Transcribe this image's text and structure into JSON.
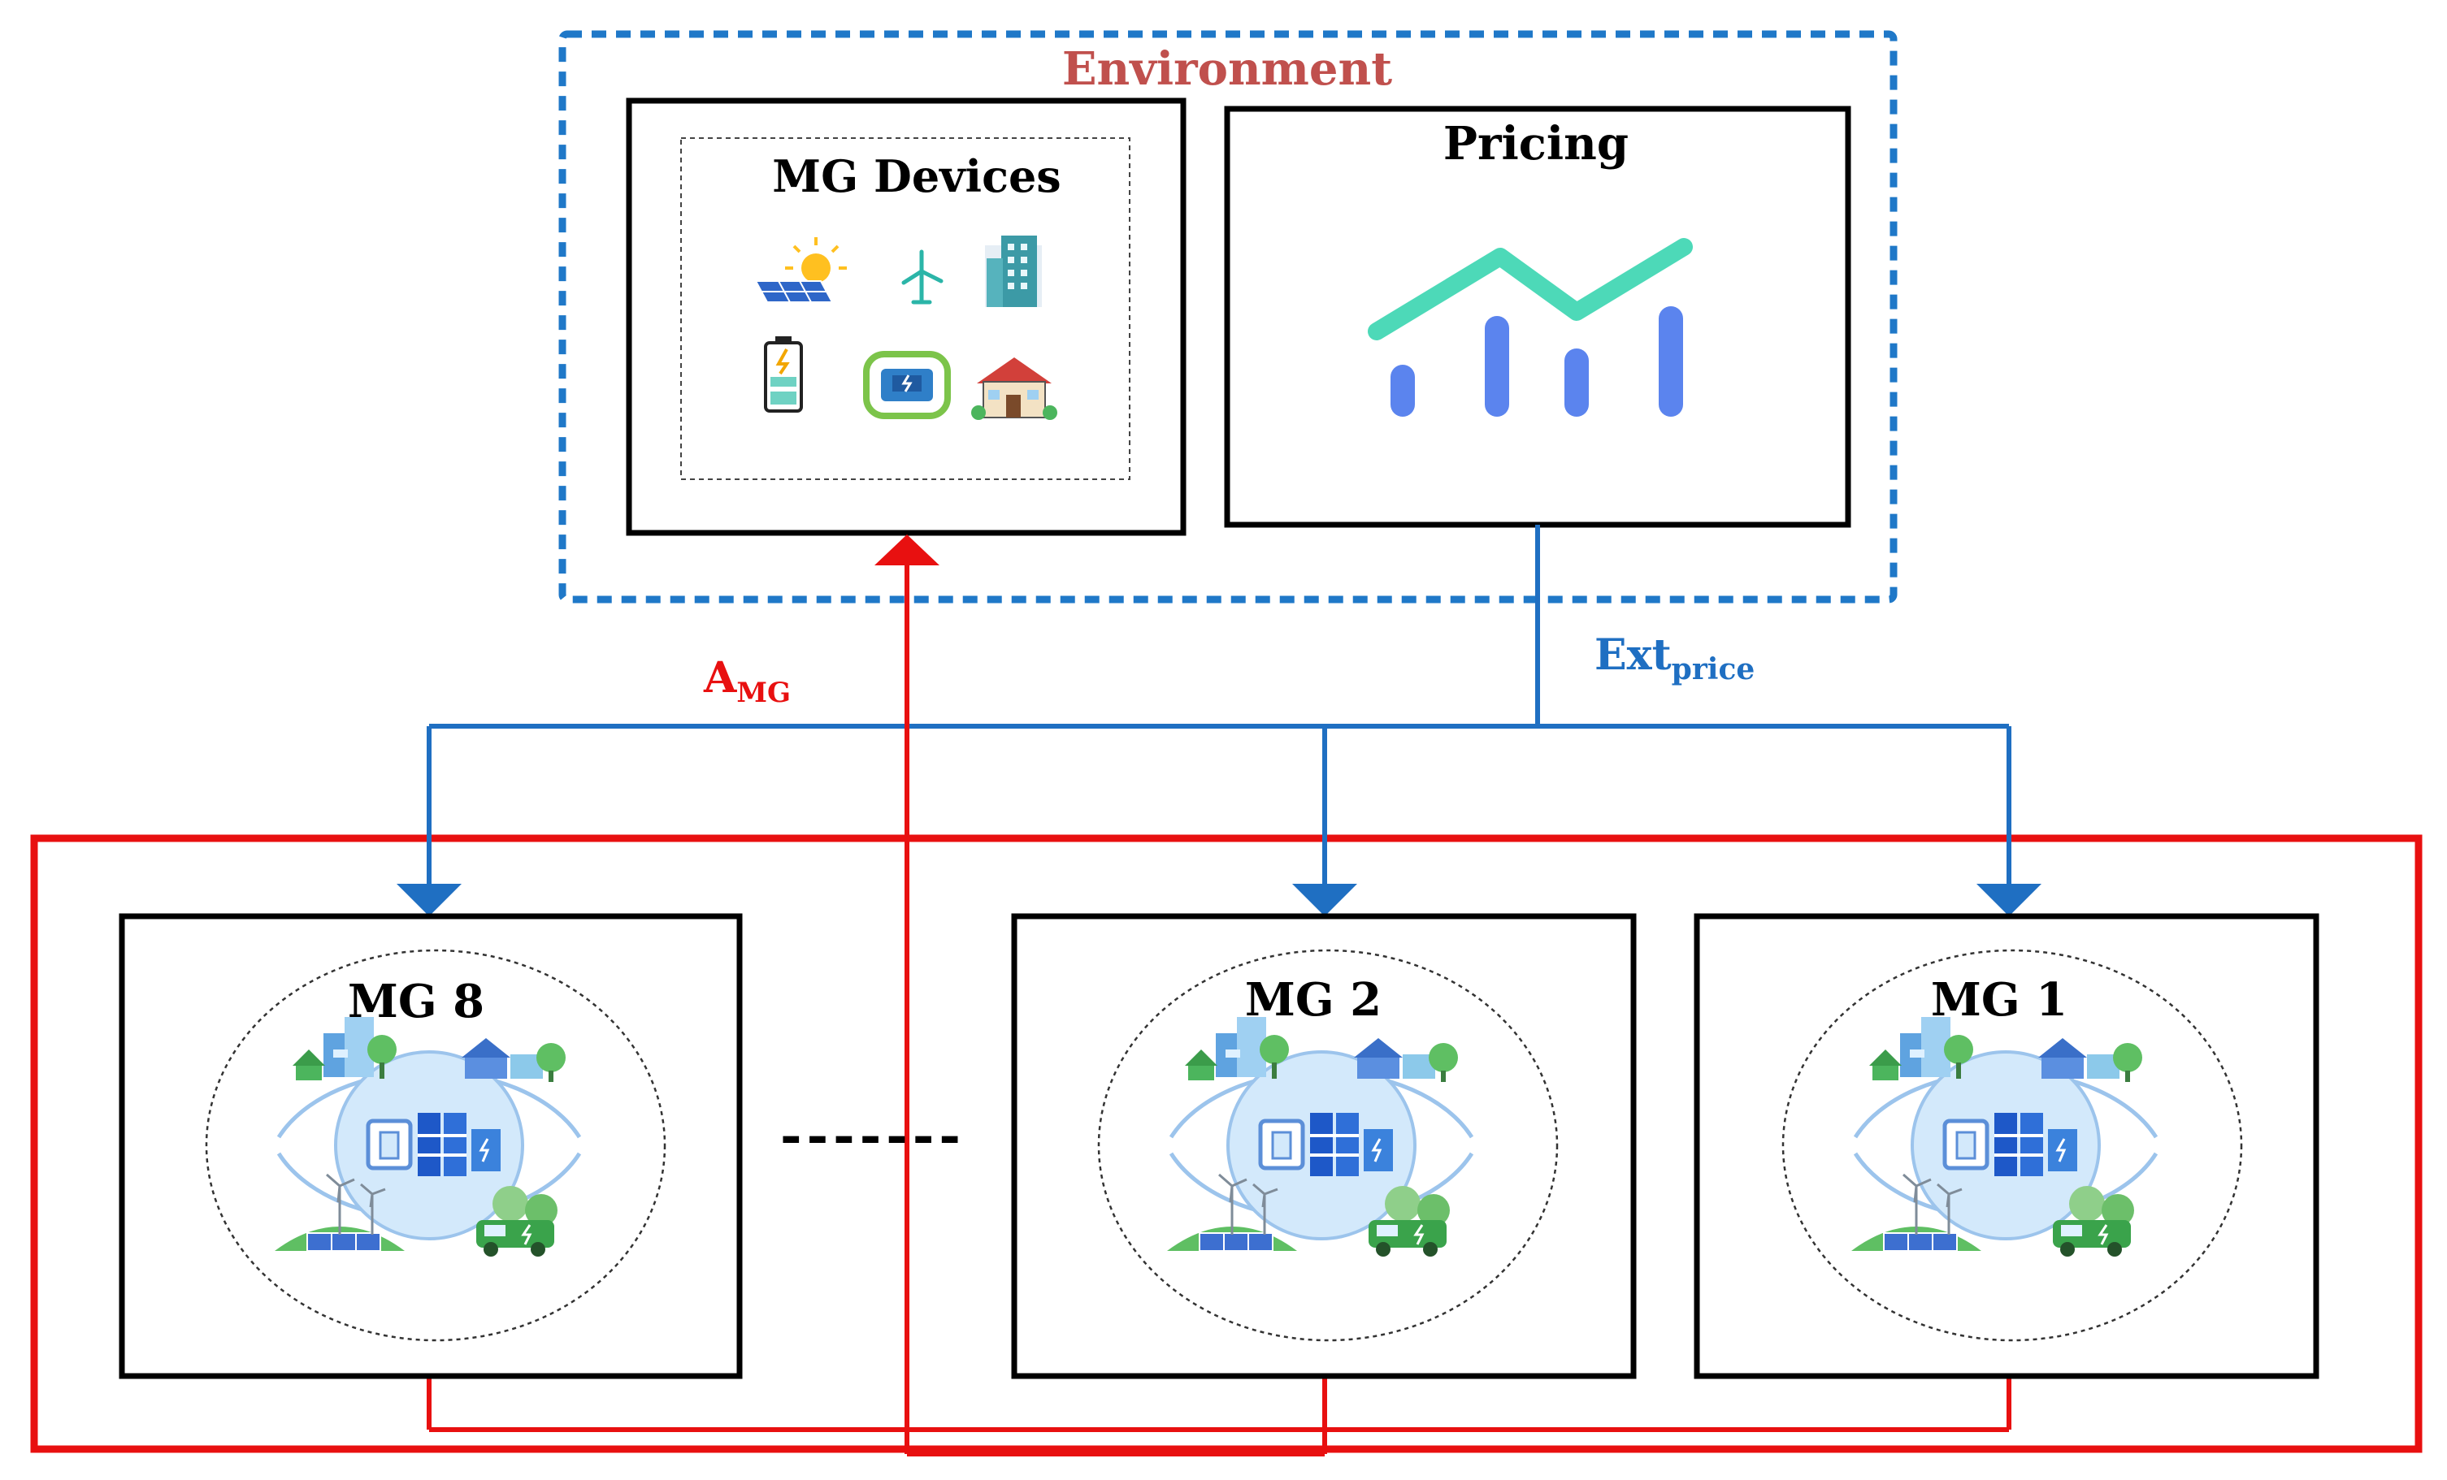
{
  "environment": {
    "title": "Environment",
    "title_color": "#c0504d",
    "border_color": "#1f78c8"
  },
  "devices_panel": {
    "title": "MG Devices",
    "icons": [
      "solar-panel-icon",
      "wind-turbine-icon",
      "office-building-icon",
      "battery-icon",
      "generator-icon",
      "house-icon"
    ]
  },
  "pricing_panel": {
    "title": "Pricing",
    "icon": "price-trend-chart-icon",
    "line_color": "#4dd9b8",
    "bar_color": "#5b84ee"
  },
  "signals": {
    "action": {
      "main": "A",
      "sub": "MG",
      "color": "#e81010"
    },
    "price": {
      "main": "Ext",
      "sub": "price",
      "color": "#1f6fc2"
    }
  },
  "microgrids": [
    {
      "id": "mg8",
      "label": "MG 8"
    },
    {
      "id": "mg2",
      "label": "MG 2"
    },
    {
      "id": "mg1",
      "label": "MG 1"
    }
  ],
  "ellipsis": "-------",
  "colors": {
    "microgrid_group_border": "#e81010",
    "box_border": "#000000"
  }
}
